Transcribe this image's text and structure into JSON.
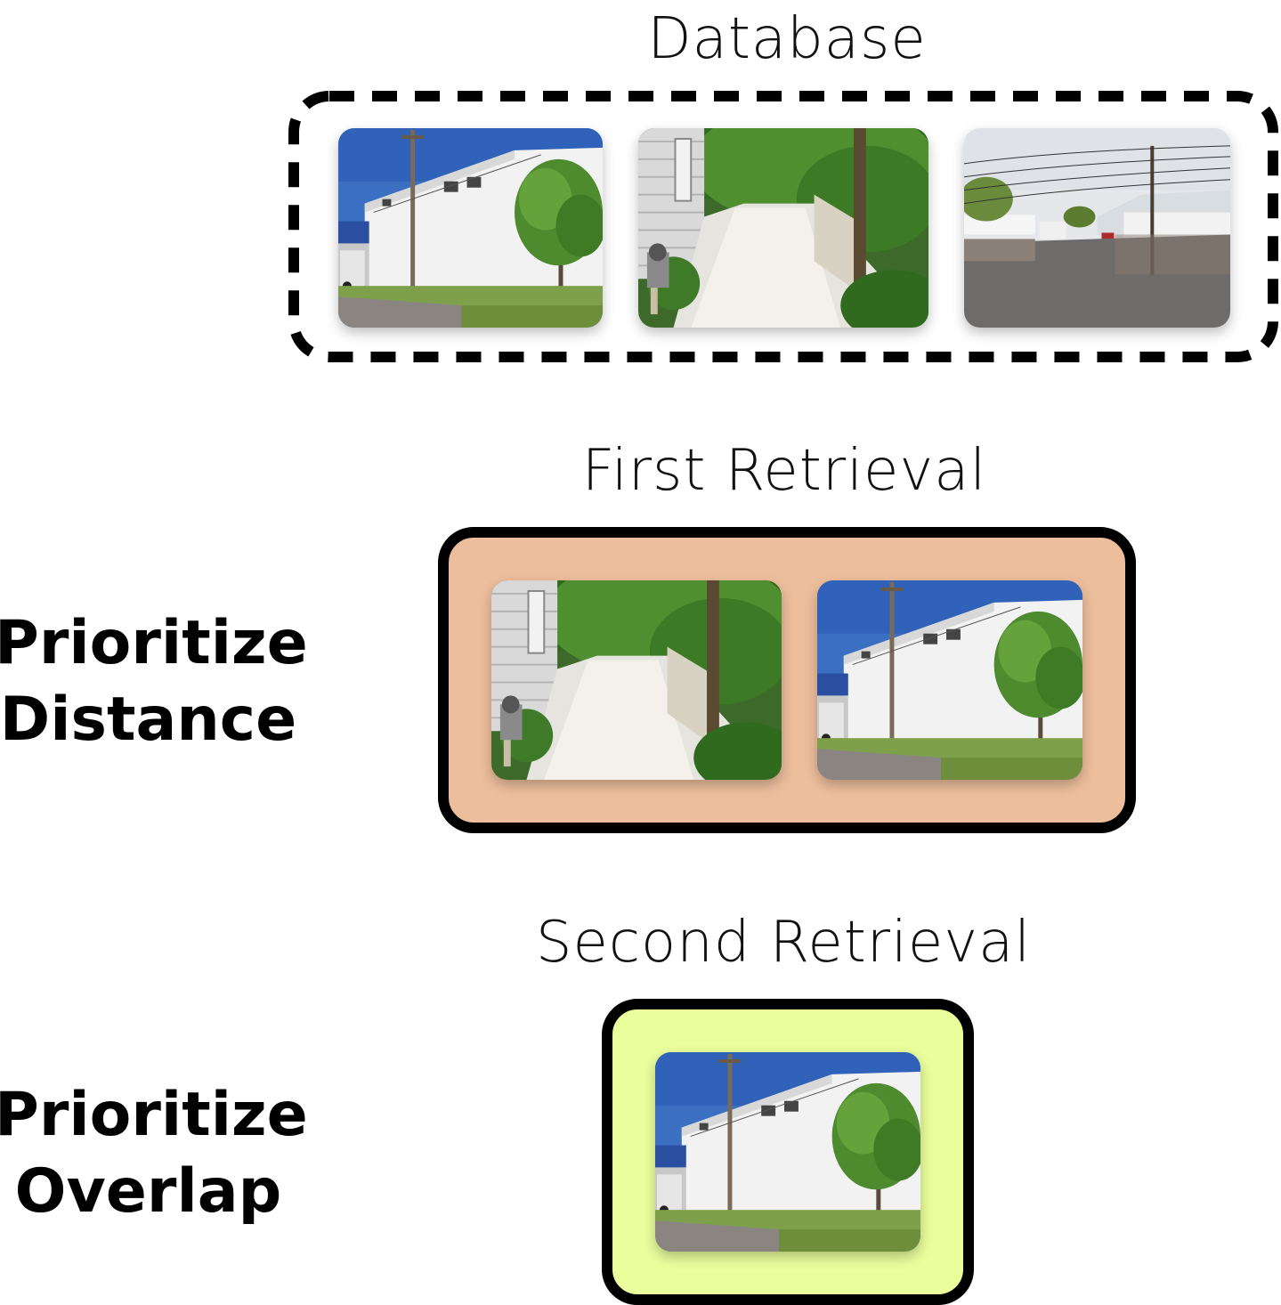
{
  "database": {
    "title": "Database",
    "images": [
      {
        "name": "street-view-warehouse-tree",
        "scene": "white-building"
      },
      {
        "name": "street-view-alley-path",
        "scene": "alley"
      },
      {
        "name": "street-view-industrial-lot",
        "scene": "industrial"
      }
    ]
  },
  "first_retrieval": {
    "title": "First Retrieval",
    "row_label": "Prioritize Distance",
    "background_color": "#EDBE9C",
    "images": [
      {
        "name": "street-view-alley-path",
        "scene": "alley"
      },
      {
        "name": "street-view-warehouse-tree",
        "scene": "white-building"
      }
    ]
  },
  "second_retrieval": {
    "title": "Second Retrieval",
    "row_label": "Prioritize Overlap",
    "background_color": "#EAFE9C",
    "images": [
      {
        "name": "street-view-warehouse-tree",
        "scene": "white-building"
      }
    ]
  }
}
